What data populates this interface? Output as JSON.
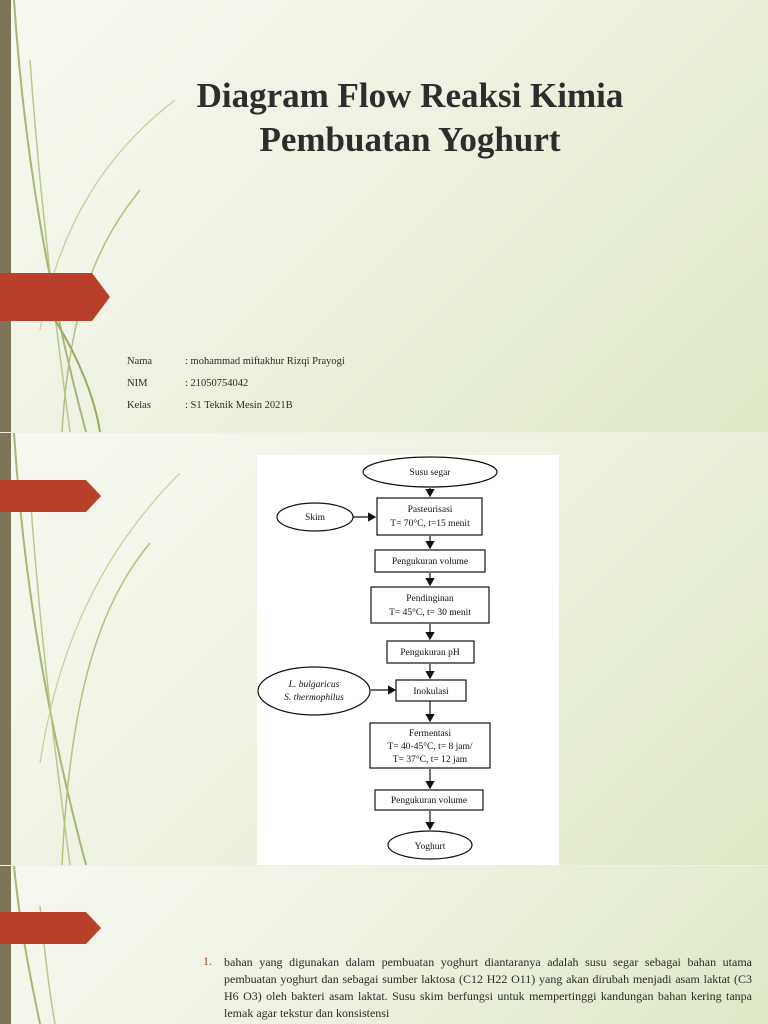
{
  "slide1": {
    "title_line1": "Diagram Flow Reaksi Kimia",
    "title_line2": "Pembuatan Yoghurt",
    "info": [
      {
        "label": "Nama",
        "value": ": mohammad miftakhur Rizqi Prayogi"
      },
      {
        "label": "NIM",
        "value": ": 21050754042"
      },
      {
        "label": "Kelas",
        "value": ": S1 Teknik Mesin 2021B"
      }
    ]
  },
  "flowchart": {
    "start": "Susu segar",
    "skim": "Skim",
    "pasteurisasi": "Pasteurisasi",
    "pasteurisasi_cond": "T= 70°C, t=15 menit",
    "pengukuran_volume_1": "Pengukuran volume",
    "pendinginan": "Pendinginan",
    "pendinginan_cond": "T= 45°C, t= 30  menit",
    "pengukuran_ph": "Pengukuran pH",
    "culture_1": "L. bulgaricus",
    "culture_2": "S. thermophilus",
    "inokulasi": "Inokulasi",
    "fermentasi": "Fermentasi",
    "fermentasi_cond1": "T= 40-45°C, t= 8 jam/",
    "fermentasi_cond2": "T= 37°C, t= 12 jam",
    "pengukuran_volume_2": "Pengukuran volume",
    "end": "Yoghurt"
  },
  "slide3": {
    "item_number": "1.",
    "item_text": "bahan yang digunakan dalam pembuatan yoghurt diantaranya adalah susu segar sebagai bahan utama pembuatan yoghurt dan sebagai sumber laktosa (C12 H22 O11) yang akan dirubah menjadi asam laktat (C3 H6 O3) oleh bakteri asam laktat. Susu skim berfungsi untuk mempertinggi kandungan bahan kering tanpa lemak agar tekstur dan konsistensi"
  },
  "colors": {
    "accent": "#b8402a",
    "sidebar": "#7d7459",
    "leaf": "#9aab62"
  }
}
